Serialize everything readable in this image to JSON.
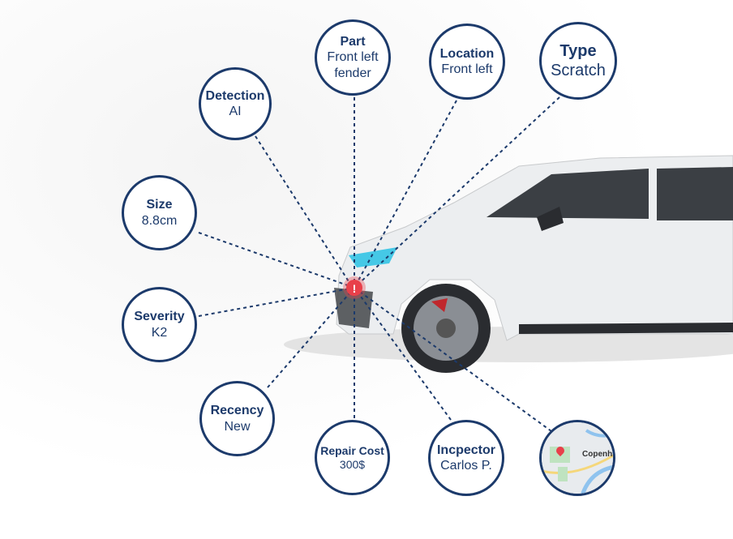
{
  "colors": {
    "accent": "#1c3a6b",
    "alert": "#e8404a"
  },
  "bubbles": {
    "detection": {
      "title": "Detection",
      "value": "AI"
    },
    "part": {
      "title": "Part",
      "value": "Front left fender"
    },
    "location": {
      "title": "Location",
      "value": "Front left"
    },
    "type": {
      "title": "Type",
      "value": "Scratch"
    },
    "size": {
      "title": "Size",
      "value": "8.8cm"
    },
    "severity": {
      "title": "Severity",
      "value": "K2"
    },
    "recency": {
      "title": "Recency",
      "value": "New"
    },
    "repair_cost": {
      "title": "Repair Cost",
      "value": "300$"
    },
    "inspector": {
      "title": "Incpector",
      "value": "Carlos P."
    }
  },
  "map": {
    "city": "Copenhag",
    "icon": "map-pin-icon"
  },
  "marker": {
    "icon": "exclamation-icon",
    "symbol": "!"
  }
}
